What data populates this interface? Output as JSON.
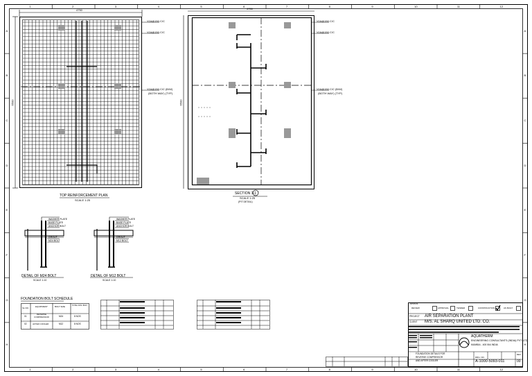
{
  "sheet": {
    "grid_cols": [
      "1",
      "2",
      "3",
      "4",
      "5",
      "6",
      "7",
      "8",
      "9",
      "10",
      "11",
      "12"
    ],
    "grid_rows": [
      "A",
      "B",
      "C",
      "D",
      "E",
      "F",
      "G",
      "H"
    ]
  },
  "plan": {
    "title": "TOP REINFORCEMENT PLAN",
    "scale": "SCALE 1:25",
    "width_dim": "4750",
    "height_dim": "6500",
    "callout_1": "Y16@150 C/C",
    "callout_2": "Y16@150 C/C",
    "callout_3": "Y16@150 C/C (B/W)",
    "callout_3b": "(BOTH WAY) (TYP)"
  },
  "section": {
    "title": "SECTION 1-1",
    "scale": "SCALE 1:25",
    "sub": "(PIT DETAIL)",
    "width_dim": "4750",
    "height_dim": "6500",
    "callout_1": "Y16@150 C/C",
    "callout_2": "Y16@150 C/C",
    "callout_3": "Y16@150 C/C (B/W)",
    "callout_3b": "(BOTH WAY) (TYP)"
  },
  "details": [
    {
      "title": "DETAIL OF M24 BOLT",
      "scale": "SCALE 1:10",
      "notes": [
        "WASHER PLATE",
        "BASE PLATE",
        "ANCHOR BOLT",
        "GROUT",
        "M24 BOLT"
      ]
    },
    {
      "title": "DETAIL OF M12 BOLT",
      "scale": "SCALE 1:10",
      "notes": [
        "WASHER PLATE",
        "BASE PLATE",
        "ANCHOR BOLT",
        "GROUT",
        "M12 BOLT"
      ]
    }
  ],
  "bolt_schedule": {
    "title": "FOUNDATION BOLT SCHEDULE",
    "headers": [
      "SL.NO.",
      "EQUIPMENT",
      "BOLT SIZE",
      "TOTAL NOS. BOLT"
    ],
    "rows": [
      [
        "01",
        "REVERSE COMPRESSOR",
        "M24",
        "8 NOS"
      ],
      [
        "02",
        "AFTER COOLER",
        "M12",
        "8 NOS"
      ]
    ]
  },
  "title_block": {
    "status_label": "STATUS",
    "status_options": [
      "REVIEW",
      "APPROVAL",
      "TENDER",
      "CONSTRUCTION",
      "AS BUILT"
    ],
    "project_label": "PROJECT",
    "project": "AIR SEPARATION PLANT",
    "client_label": "CLIENT",
    "client": "M/S. AL SHARQ UNITED LTD. CO.",
    "company": "AQUATHERM",
    "company_sub": "ENGINEERING CONSULTANTS (INDIA) PVT. LTD.",
    "company_loc": "MUMBAI - 400 064 INDIA",
    "drawing_title_1": "FOUNDATION DETAILS FOR",
    "drawing_title_2": "REVERSE COMPRESSOR",
    "drawing_title_3": "AND AFTER COOLER",
    "drawing_no_label": "DRG. NO.",
    "drawing_no": "A-1000-5093-011",
    "rev_label": "REV",
    "rev": "00"
  }
}
